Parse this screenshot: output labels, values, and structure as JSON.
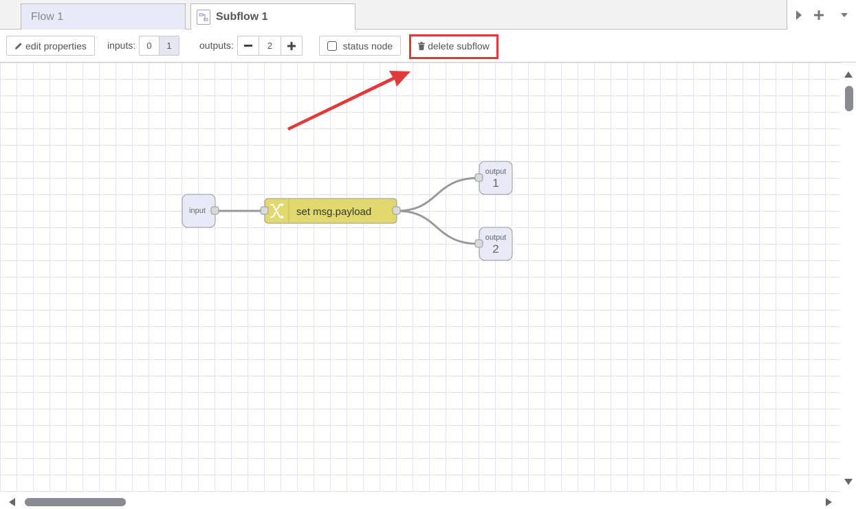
{
  "tabs": [
    {
      "label": "Flow 1",
      "active": false
    },
    {
      "label": "Subflow 1",
      "active": true
    }
  ],
  "toolbar": {
    "edit_properties_label": "edit properties",
    "inputs_label": "inputs:",
    "inputs_options": [
      "0",
      "1"
    ],
    "inputs_selected": "1",
    "outputs_label": "outputs:",
    "outputs_value": "2",
    "status_node_label": "status node",
    "status_node_checked": false,
    "delete_subflow_label": "delete subflow"
  },
  "nodes": {
    "input": {
      "label": "input"
    },
    "change": {
      "label": "set msg.payload",
      "color": "#e2d96e"
    },
    "outputs": [
      {
        "label": "output",
        "number": "1"
      },
      {
        "label": "output",
        "number": "2"
      }
    ]
  },
  "colors": {
    "highlight": "#e03b3b",
    "arrow": "#e03b3b",
    "port_node": "#e9eaf7",
    "grid": "#e3e3f2",
    "wire": "#999999"
  },
  "icons": {
    "tab": "subflow-icon",
    "edit": "pencil-icon",
    "delete": "trash-icon",
    "change_node": "shuffle-icon"
  }
}
